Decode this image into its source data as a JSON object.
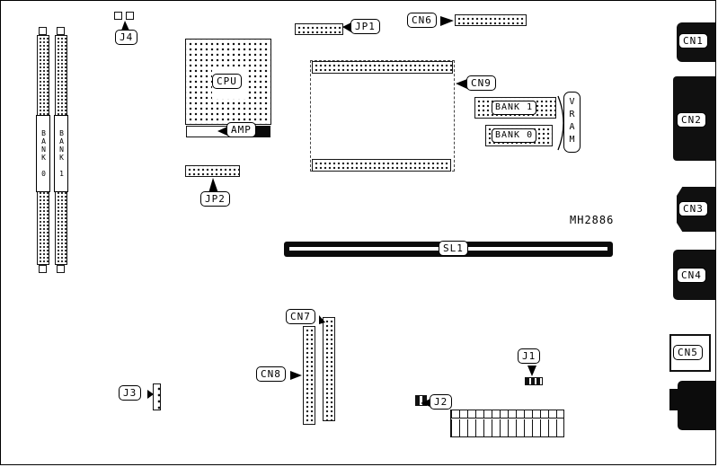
{
  "board": {
    "chip_marking": "MH2886",
    "colors": {
      "ink": "#000000",
      "background": "#ffffff",
      "connector_fill": "#101010"
    },
    "callouts": {
      "j1": "J1",
      "j2": "J2",
      "j3": "J3",
      "j4": "J4",
      "jp1": "JP1",
      "jp2": "JP2",
      "cn6": "CN6",
      "cn7": "CN7",
      "cn8": "CN8",
      "cn9": "CN9",
      "sl1": "SL1",
      "cpu": "CPU",
      "amp": "AMP"
    },
    "rear_ports": {
      "cn1": "CN1",
      "cn2": "CN2",
      "cn3": "CN3",
      "cn4": "CN4",
      "cn5": "CN5"
    },
    "vram_area": {
      "label": "VRAM",
      "bank1": "BANK 1",
      "bank0": "BANK 0"
    },
    "simm_slots": {
      "bank0": "BANK 0",
      "bank1": "BANK 1"
    }
  }
}
